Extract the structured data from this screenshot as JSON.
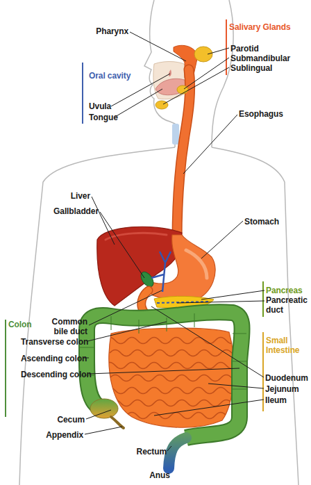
{
  "diagram": {
    "labels": [
      "Salivary Glands",
      "Pharynx",
      "Parotid",
      "Submandibular",
      "Sublingual",
      "Oral cavity",
      "Uvula",
      "Esophagus",
      "Tongue",
      "Liver",
      "Gallbladder",
      "Stomach",
      "Pancreas",
      "Pancreatic duct",
      "Common bile duct",
      "Colon",
      "Transverse colon",
      "Small Intestine",
      "Ascending colon",
      "Descending colon",
      "Duodenum",
      "Jejunum",
      "Ileum",
      "Cecum",
      "Appendix",
      "Rectum",
      "Anus"
    ]
  }
}
